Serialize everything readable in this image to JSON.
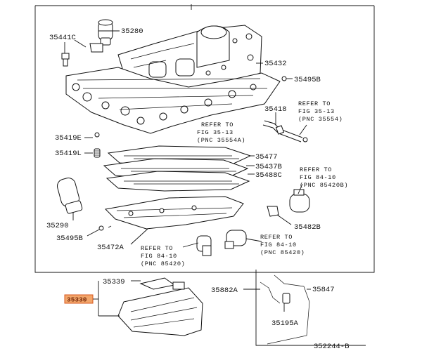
{
  "colors": {
    "ink": "#111111",
    "highlight_fill": "#f2a66b",
    "highlight_border": "#d8571c"
  },
  "labels": {
    "p35441C": "35441C",
    "p35280": "35280",
    "p35432": "35432",
    "p35495B_top": "35495B",
    "p35418": "35418",
    "p35419E": "35419E",
    "p35419L": "35419L",
    "p35477": "35477",
    "p35437B": "35437B",
    "p35488C": "35488C",
    "p35290": "35290",
    "p35495B_bottom": "35495B",
    "p35472A": "35472A",
    "p35482B": "35482B",
    "p35339": "35339",
    "p35330": "35330",
    "p35882A": "35882A",
    "p35847": "35847",
    "p35195A": "35195A",
    "diagram_id": "352244-B"
  },
  "refer_notes": {
    "fig35_13_a": [
      "REFER TO",
      "FIG 35-13",
      "(PNC 35554)"
    ],
    "fig35_13_b": [
      "REFER TO",
      "FIG 35-13",
      "(PNC 35554A)"
    ],
    "fig84_10_a": [
      "REFER TO",
      "FIG 84-10",
      "(PNC 85420B)"
    ],
    "fig84_10_b": [
      "REFER TO",
      "FIG 84-10",
      "(PNC 85420)"
    ],
    "fig84_10_c": [
      "REFER TO",
      "FIG 84-10",
      "(PNC 85420)"
    ]
  }
}
